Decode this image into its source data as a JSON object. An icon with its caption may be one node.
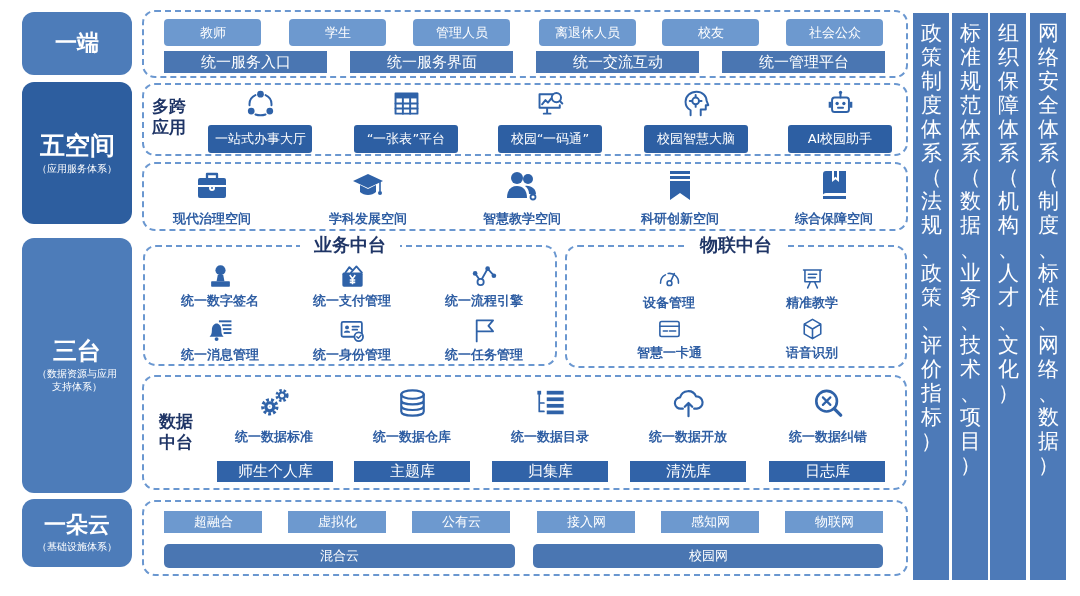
{
  "diagram": {
    "nodes": [
      {
        "text": [
          "一端"
        ]
      },
      {
        "text": [],
        "shape": "box"
      },
      {
        "text": [
          "教师"
        ],
        "in": 1
      },
      {
        "text": [
          "学生"
        ],
        "in": 1
      },
      {
        "text": [
          "管理人员"
        ],
        "in": 1
      },
      {
        "text": [
          "离退休人员"
        ],
        "in": 1
      },
      {
        "text": [
          "校友"
        ],
        "in": 1
      },
      {
        "text": [
          "社会公众"
        ],
        "in": 1
      },
      {
        "text": [
          "统一服务入口"
        ],
        "in": 1
      },
      {
        "text": [
          "统一服务界面"
        ],
        "in": 1
      },
      {
        "text": [
          "统一交流互动"
        ],
        "in": 1
      },
      {
        "text": [
          "统一管理平台"
        ],
        "in": 1
      },
      {
        "text": [
          "五空间",
          "（应用服务体系）"
        ]
      },
      {
        "text": [
          "多跨应用"
        ]
      },
      {
        "text": [
          "一站式办事大厅"
        ],
        "in": 13
      },
      {
        "text": [
          "“一张表”平台"
        ],
        "in": 13
      },
      {
        "text": [
          "校园“一码通”"
        ],
        "in": 13
      },
      {
        "text": [
          "校园智慧大脑"
        ],
        "in": 13
      },
      {
        "text": [
          "AI校园助手"
        ],
        "in": 13
      },
      {
        "text": [],
        "shape": "box"
      },
      {
        "text": [
          "现代治理空间"
        ],
        "in": 19
      },
      {
        "text": [
          "学科发展空间"
        ],
        "in": 19
      },
      {
        "text": [
          "智慧教学空间"
        ],
        "in": 19
      },
      {
        "text": [
          "科研创新空间"
        ],
        "in": 19
      },
      {
        "text": [
          "综合保障空间"
        ],
        "in": 19
      },
      {
        "text": [
          "三台",
          "（数据资源与应用支持体系）"
        ]
      },
      {
        "text": [
          "业务中台"
        ]
      },
      {
        "text": [
          "统一数字签名"
        ],
        "in": 26
      },
      {
        "text": [
          "统一支付管理"
        ],
        "in": 26
      },
      {
        "text": [
          "统一流程引擎"
        ],
        "in": 26
      },
      {
        "text": [
          "统一消息管理"
        ],
        "in": 26
      },
      {
        "text": [
          "统一身份管理"
        ],
        "in": 26
      },
      {
        "text": [
          "统一任务管理"
        ],
        "in": 26
      },
      {
        "text": [
          "物联中台"
        ]
      },
      {
        "text": [
          "设备管理"
        ],
        "in": 33
      },
      {
        "text": [
          "精准教学"
        ],
        "in": 33
      },
      {
        "text": [
          "智慧一卡通"
        ],
        "in": 33
      },
      {
        "text": [
          "语音识别"
        ],
        "in": 33
      },
      {
        "text": [
          "数据中台"
        ]
      },
      {
        "text": [
          "统一数据标准"
        ],
        "in": 38
      },
      {
        "text": [
          "统一数据仓库"
        ],
        "in": 38
      },
      {
        "text": [
          "统一数据目录"
        ],
        "in": 38
      },
      {
        "text": [
          "统一数据开放"
        ],
        "in": 38
      },
      {
        "text": [
          "统一数据纠错"
        ],
        "in": 38
      },
      {
        "text": [
          "师生个人库"
        ],
        "in": 38
      },
      {
        "text": [
          "主题库"
        ],
        "in": 38
      },
      {
        "text": [
          "归集库"
        ],
        "in": 38
      },
      {
        "text": [
          "清洗库"
        ],
        "in": 38
      },
      {
        "text": [
          "日志库"
        ],
        "in": 38
      },
      {
        "text": [
          "一朵云",
          "（基础设施体系）"
        ]
      },
      {
        "text": [],
        "shape": "box"
      },
      {
        "text": [
          "超融合"
        ],
        "in": 50
      },
      {
        "text": [
          "虚拟化"
        ],
        "in": 50
      },
      {
        "text": [
          "公有云"
        ],
        "in": 50
      },
      {
        "text": [
          "接入网"
        ],
        "in": 50
      },
      {
        "text": [
          "感知网"
        ],
        "in": 50
      },
      {
        "text": [
          "物联网"
        ],
        "in": 50
      },
      {
        "text": [
          "混合云"
        ],
        "in": 50
      },
      {
        "text": [
          "校园网"
        ],
        "in": 50
      },
      {
        "text": [
          "政策制度体系（法规、政策、评价指标）"
        ]
      },
      {
        "text": [
          "标准规范体系（数据、业务、技术、项目）"
        ]
      },
      {
        "text": [
          "组织保障体系（机构、人才、文化）"
        ]
      },
      {
        "text": [
          "网络安全体系（制度、标准、网络、数据）"
        ]
      }
    ]
  }
}
